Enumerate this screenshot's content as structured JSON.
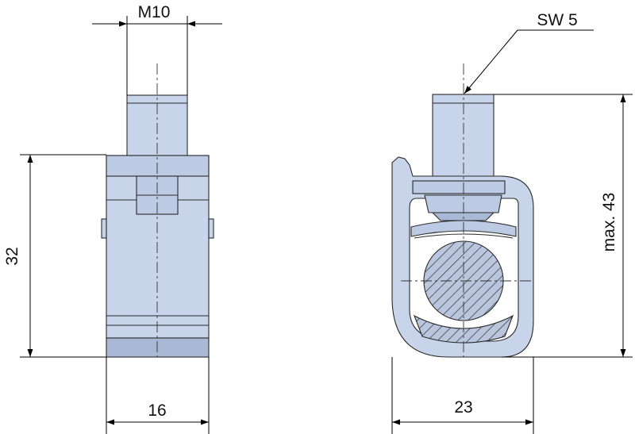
{
  "dimensions": {
    "thread": "M10",
    "hex_key": "SW 5",
    "front_height": "32",
    "front_width": "16",
    "side_width": "23",
    "side_height": "max. 43"
  },
  "colors": {
    "part_fill": "#c8d4ea",
    "part_dark": "#a9b8d4",
    "part_stroke": "#2a2a2a",
    "dim_line": "#000000",
    "hatch": "#333333",
    "background": "#ffffff"
  }
}
